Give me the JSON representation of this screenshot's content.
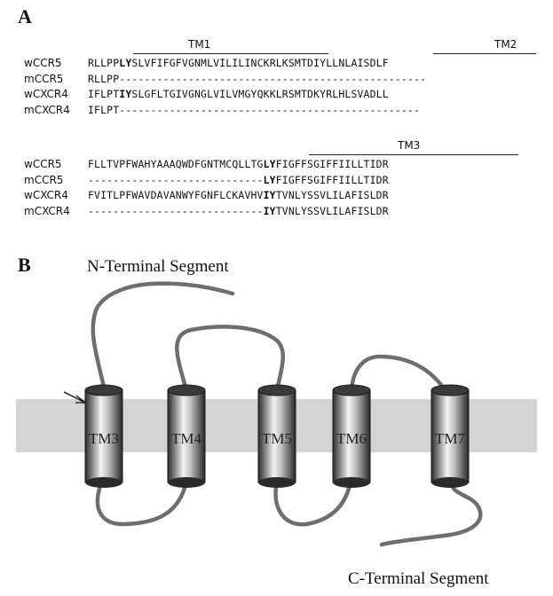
{
  "panel_a": {
    "label": "A",
    "tm_labels": {
      "tm1": "TM1",
      "tm2": "TM2",
      "tm3": "TM3"
    },
    "block1": [
      {
        "name": "wCCR5",
        "pre": "RLLPP",
        "bold": "LY",
        "post": "SLVFIFGFVGNMLVILILINCKRLKSMTDIYLLNLAISDLF"
      },
      {
        "name": "mCCR5",
        "pre": "RLLPP-------------------------------------------------",
        "bold": "",
        "post": ""
      },
      {
        "name": "wCXCR4",
        "pre": "IFLPT",
        "bold": "IY",
        "post": "SLGFLTGIVGNGLVILVMGYQKKLRSMTDKYRLHLSVADLL"
      },
      {
        "name": "mCXCR4",
        "pre": "IFLPT------------------------------------------------",
        "bold": "",
        "post": ""
      }
    ],
    "block2": [
      {
        "name": "wCCR5",
        "pre": "FLLTVPFWAHYAAAQWDFGNTMCQLLTG",
        "bold": "LY",
        "post": "FIGFFSGIFFIILLTIDR"
      },
      {
        "name": "mCCR5",
        "pre": "----------------------------",
        "bold": "LY",
        "post": "FIGFFSGIFFIILLTIDR"
      },
      {
        "name": "wCXCR4",
        "pre": "FVITLPFWAVDAVANWYFGNFLCKAVHV",
        "bold": "IY",
        "post": "TVNLYSSVLILAFISLDR"
      },
      {
        "name": "mCXCR4",
        "pre": "----------------------------",
        "bold": "IY",
        "post": "TVNLYSSVLILAFISLDR"
      }
    ]
  },
  "panel_b": {
    "label": "B",
    "n_terminal": "N-Terminal Segment",
    "c_terminal": "C-Terminal Segment",
    "helices": [
      "TM3",
      "TM4",
      "TM5",
      "TM6",
      "TM7"
    ],
    "colors": {
      "membrane": "#d4d4d4",
      "loop": "#6e6e6e",
      "helix_dark": "#2b2b2b",
      "helix_light": "#f2f2f2"
    }
  }
}
